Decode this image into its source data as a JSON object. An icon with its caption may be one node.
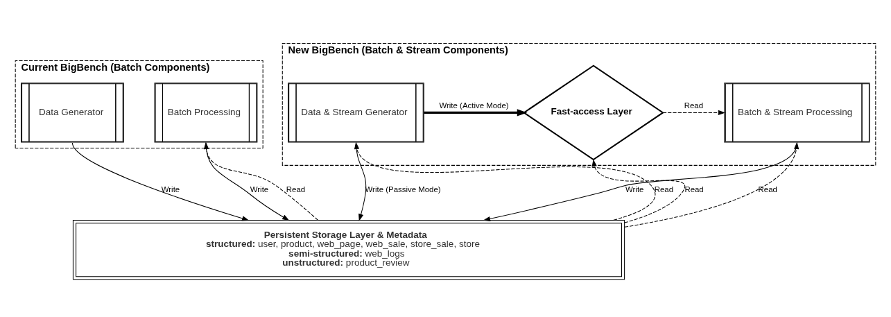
{
  "diagram": {
    "nodes": [
      {
        "text": [
          "Current BigBench (Batch Components)"
        ]
      },
      {
        "text": [
          "Data Generator"
        ],
        "in": 0
      },
      {
        "text": [
          "Batch Processing"
        ],
        "in": 0
      },
      {
        "text": [
          "New BigBench (Batch & Stream Components)"
        ]
      },
      {
        "text": [
          "Data & Stream Generator"
        ],
        "in": 3
      },
      {
        "text": [
          "Fast-access Layer"
        ],
        "in": 3
      },
      {
        "text": [
          "Batch & Stream Processing"
        ],
        "in": 3
      },
      {
        "text": [
          "Persistent Storage Layer & Metadata",
          "**structured:** user, product, web_page, web_sale, store_sale, store",
          "**semi-structured:** web_logs",
          "**unstructured:** product_review"
        ]
      }
    ],
    "edges": [
      {
        "from": 1,
        "to": 7,
        "arrow": "to",
        "label": "Write"
      },
      {
        "from": 7,
        "to": 2,
        "arrow": "to",
        "label": "Read",
        "style": "dashed"
      },
      {
        "from": 2,
        "to": 7,
        "arrow": "to",
        "label": "Write"
      },
      {
        "from": 4,
        "to": 7,
        "arrow": "to",
        "label": "Write (Passive Mode)"
      },
      {
        "from": 7,
        "to": 4,
        "arrow": "to",
        "label": "Read",
        "style": "dashed"
      },
      {
        "from": 4,
        "to": 5,
        "arrow": "to",
        "label": "Write (Active Mode)",
        "style": "thick"
      },
      {
        "from": 7,
        "to": 5,
        "arrow": "to",
        "label": "Read",
        "style": "dashed"
      },
      {
        "from": 5,
        "to": 6,
        "arrow": "to",
        "label": "Read",
        "style": "dashed"
      },
      {
        "from": 7,
        "to": 6,
        "arrow": "to",
        "label": "Read",
        "style": "dashed"
      },
      {
        "from": 6,
        "to": 7,
        "arrow": "to",
        "label": "Write"
      }
    ]
  }
}
